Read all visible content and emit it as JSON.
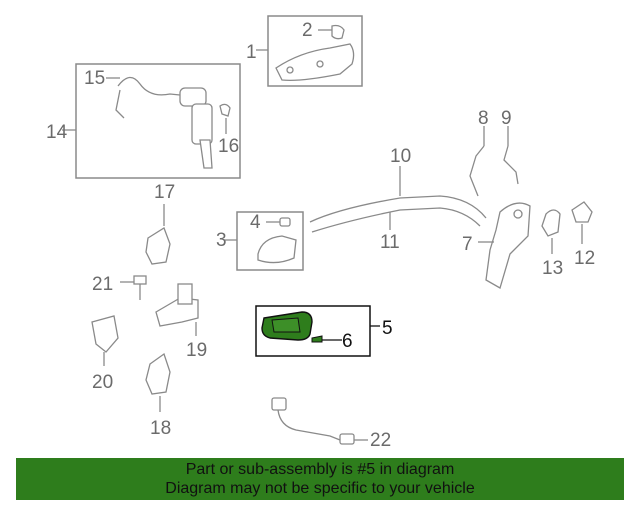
{
  "callouts": {
    "c1": "1",
    "c2": "2",
    "c3": "3",
    "c4": "4",
    "c5": "5",
    "c6": "6",
    "c7": "7",
    "c8": "8",
    "c9": "9",
    "c10": "10",
    "c11": "11",
    "c12": "12",
    "c13": "13",
    "c14": "14",
    "c15": "15",
    "c16": "16",
    "c17": "17",
    "c18": "18",
    "c19": "19",
    "c20": "20",
    "c21": "21",
    "c22": "22"
  },
  "highlight": {
    "part": "5",
    "fill_color": "#2e7d1c"
  },
  "banner": {
    "line1": "Part or sub-assembly is #5 in diagram",
    "line2": "Diagram may not be specific to your vehicle",
    "background": "#2e7d1c"
  }
}
